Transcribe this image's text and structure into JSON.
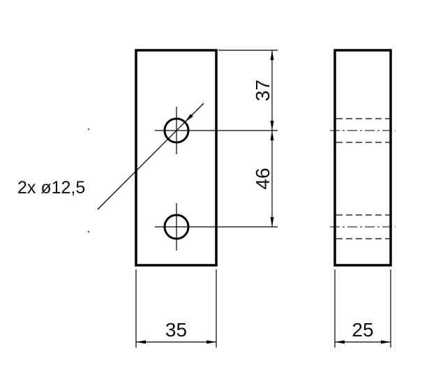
{
  "drawing": {
    "callout": {
      "label": "2x ø12,5"
    },
    "dimensions": {
      "top_offset": {
        "label": "37"
      },
      "hole_spacing": {
        "label": "46"
      },
      "front_width": {
        "label": "35"
      },
      "side_depth": {
        "label": "25"
      }
    }
  },
  "colors": {
    "line": "#000000",
    "background": "#ffffff"
  }
}
